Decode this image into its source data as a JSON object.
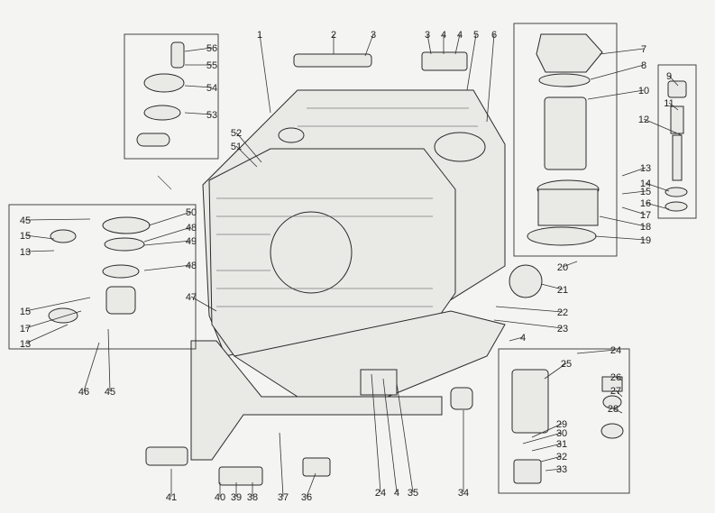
{
  "diagram": {
    "callouts": [
      "1",
      "2",
      "3",
      "3",
      "4",
      "4",
      "5",
      "6",
      "7",
      "8",
      "9",
      "10",
      "11",
      "12",
      "13",
      "14",
      "15",
      "16",
      "17",
      "18",
      "19",
      "20",
      "21",
      "22",
      "23",
      "4",
      "24",
      "25",
      "26",
      "27",
      "28",
      "29",
      "30",
      "31",
      "32",
      "33",
      "34",
      "35",
      "4",
      "24",
      "36",
      "37",
      "38",
      "39",
      "40",
      "41",
      "45",
      "15",
      "13",
      "50",
      "48",
      "49",
      "48",
      "47",
      "15",
      "17",
      "13",
      "46",
      "45",
      "52",
      "51",
      "56",
      "55",
      "54",
      "53"
    ]
  }
}
